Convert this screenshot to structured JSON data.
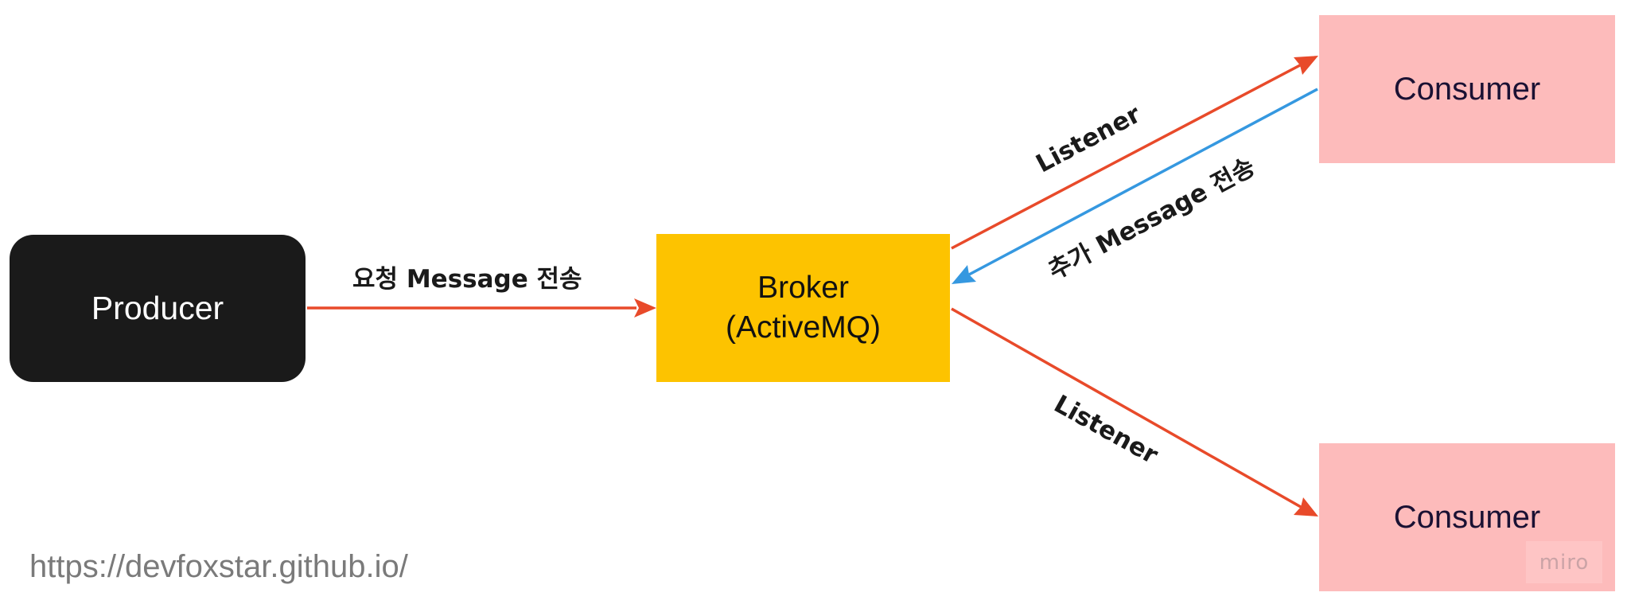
{
  "diagram": {
    "nodes": {
      "producer": {
        "label": "Producer"
      },
      "broker": {
        "line1": "Broker",
        "line2": "(ActiveMQ)"
      },
      "consumer_top": {
        "label": "Consumer"
      },
      "consumer_bottom": {
        "label": "Consumer"
      }
    },
    "edges": [
      {
        "from": "Producer",
        "to": "Broker",
        "label": "요청 Message 전송",
        "color": "#e84a2a"
      },
      {
        "from": "Broker",
        "to": "Consumer (top)",
        "label": "Listener",
        "color": "#e84a2a"
      },
      {
        "from": "Consumer (top)",
        "to": "Broker",
        "label": "추가 Message 전송",
        "color": "#3598e0"
      },
      {
        "from": "Broker",
        "to": "Consumer (bottom)",
        "label": "Listener",
        "color": "#e84a2a"
      }
    ],
    "colors": {
      "producer_fill": "#1a1a1a",
      "broker_fill": "#fdc300",
      "consumer_fill": "#fdbbbb",
      "arrow_red": "#e84a2a",
      "arrow_blue": "#3598e0"
    }
  },
  "watermark": "https://devfoxstar.github.io/",
  "badge": "miro"
}
